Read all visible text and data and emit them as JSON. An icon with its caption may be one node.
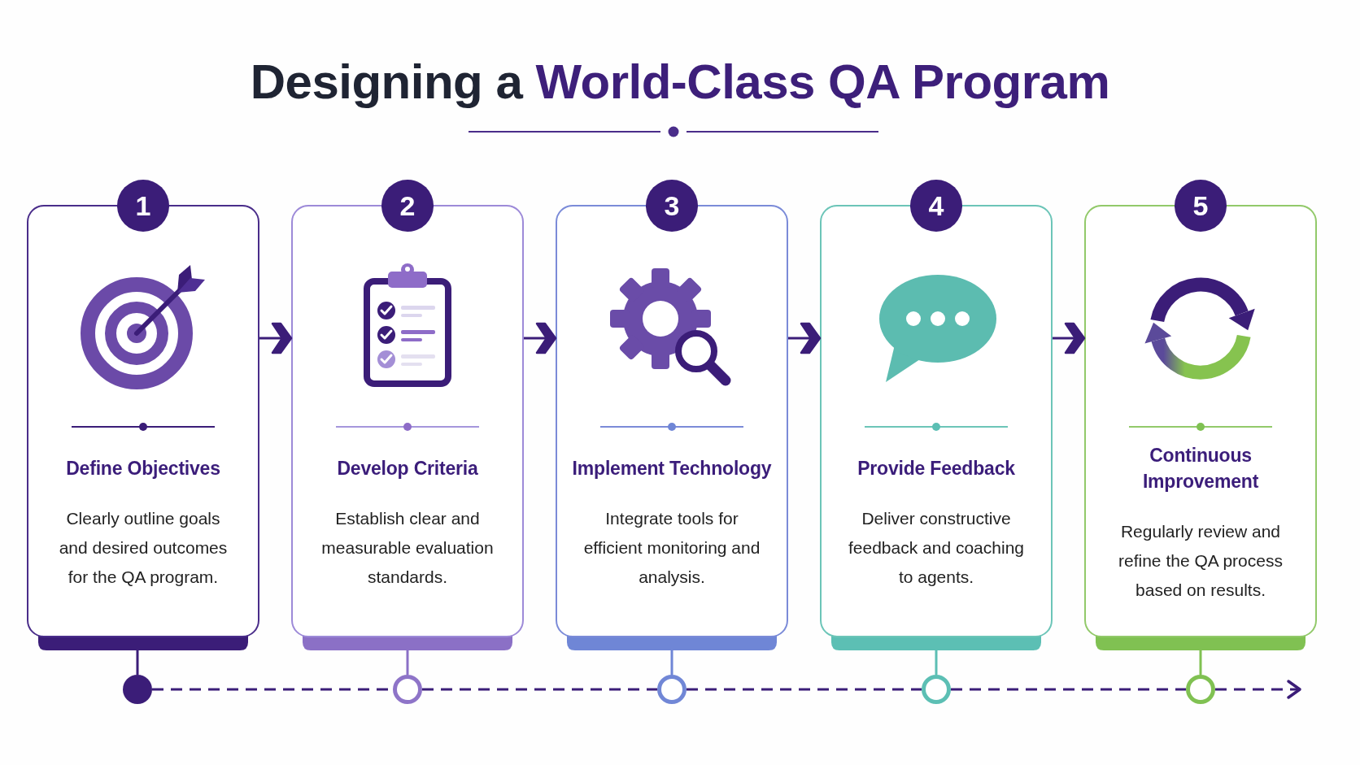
{
  "diagram": {
    "title": "Designing a World-Class QA Program",
    "nodes": [
      {
        "text": [
          "1",
          "Define Objectives",
          "Clearly outline goals and desired outcomes for the QA program."
        ]
      },
      {
        "text": [
          "2",
          "Develop Criteria",
          "Establish clear and measurable evaluation standards."
        ]
      },
      {
        "text": [
          "3",
          "Implement Technology",
          "Integrate tools for efficient monitoring and analysis."
        ]
      },
      {
        "text": [
          "4",
          "Provide Feedback",
          "Deliver constructive feedback and coaching to agents."
        ]
      },
      {
        "text": [
          "5",
          "Continuous Improvement",
          "Regularly review and refine the QA process based on results."
        ]
      },
      {
        "text": [],
        "shape": "circle"
      },
      {
        "text": [],
        "shape": "circle"
      },
      {
        "text": [],
        "shape": "circle"
      },
      {
        "text": [],
        "shape": "circle"
      },
      {
        "text": [],
        "shape": "circle"
      }
    ],
    "edges": [
      {
        "from": 0,
        "to": 1,
        "arrow": "to"
      },
      {
        "from": 1,
        "to": 2,
        "arrow": "to"
      },
      {
        "from": 2,
        "to": 3,
        "arrow": "to"
      },
      {
        "from": 3,
        "to": 4,
        "arrow": "to"
      },
      {
        "from": 0,
        "to": 5,
        "arrow": "none"
      },
      {
        "from": 1,
        "to": 6,
        "arrow": "none",
        "color": "#8b70c6"
      },
      {
        "from": 2,
        "to": 7,
        "arrow": "none",
        "color": "#6f86d6"
      },
      {
        "from": 3,
        "to": 8,
        "arrow": "none",
        "color": "#5cbfb4"
      },
      {
        "from": 4,
        "to": 9,
        "arrow": "none",
        "color": "#80c152"
      },
      {
        "from": 5,
        "to": 6,
        "arrow": "none",
        "style": "dashed"
      },
      {
        "from": 6,
        "to": 7,
        "arrow": "none",
        "style": "dashed"
      },
      {
        "from": 7,
        "to": 8,
        "arrow": "none",
        "style": "dashed"
      },
      {
        "from": 8,
        "to": 9,
        "arrow": "none",
        "style": "dashed"
      },
      {
        "from": 9,
        "to": null,
        "arrow": "to",
        "style": "dashed"
      }
    ]
  }
}
